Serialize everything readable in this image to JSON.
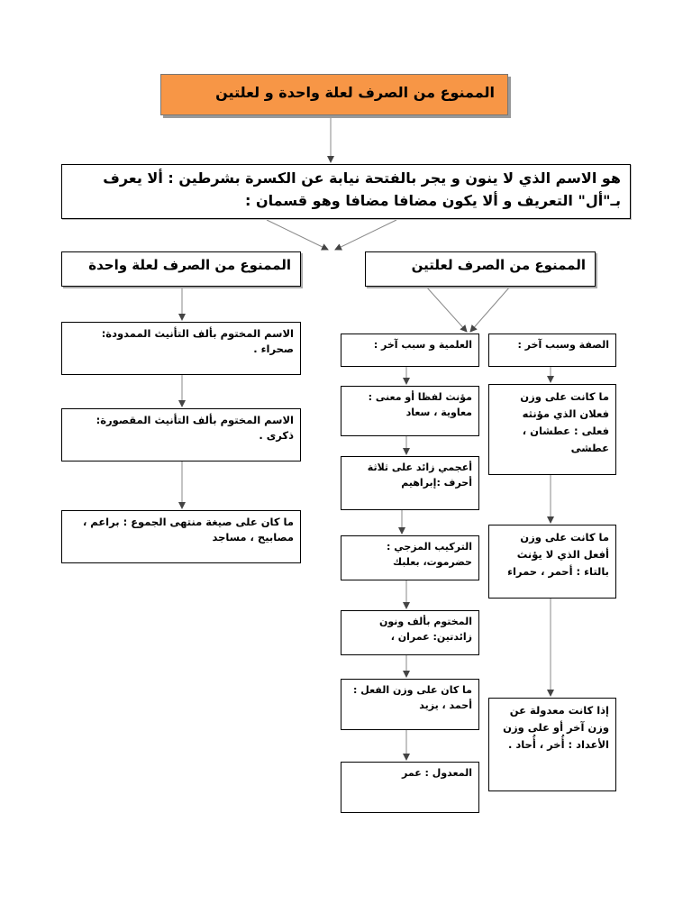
{
  "title": "الممنوع من الصرف لعلة واحدة و لعلتين",
  "definition": "هو الاسم الذي لا ينون و يجر بالفتحة نيابة عن الكسرة بشرطين : ألا يعرف بـ\"أل\" التعريف و ألا يكون مضافا مضافا وهو قسمان :",
  "one_cause": {
    "heading": "الممنوع من الصرف لعلة واحدة",
    "items": [
      "الاسم المختوم بألف التأنيث الممدودة: صحراء .",
      "الاسم المختوم بألف التأنيث المقصورة: ذكرى .",
      "ما كان على صيغة منتهى الجموع : براعم ، مصابيح ، مساجد"
    ]
  },
  "two_causes": {
    "heading": "الممنوع من الصرف لعلتين",
    "proper_noun": {
      "heading": "العلمية و سبب آخر :",
      "items": [
        "مؤنث لفظا أو معنى : معاوية ، سعاد",
        "أعجمي زائد على ثلاثة أحرف :إبراهيم",
        "التركيب المزجي : حضرموت، بعلبك",
        "المختوم بألف ونون زائدتين: عمران ،",
        "ما كان على وزن الفعل : أحمد ، يزيد",
        "المعدول : عمر"
      ]
    },
    "adjective": {
      "heading": "الصفة وسبب آخر :",
      "items": [
        "ما كانت على وزن فعلان الذي مؤنثه فعلى : عطشان ، عطشى",
        "ما كانت على وزن أفعل الذي لا يؤنث بالتاء : أحمر ، حمراء",
        "إذا كانت معدولة عن وزن آخر أو على وزن الأعداد : أُخر ، أُحاد ."
      ]
    }
  },
  "colors": {
    "title_fill": "#f79646",
    "line": "#888888"
  }
}
